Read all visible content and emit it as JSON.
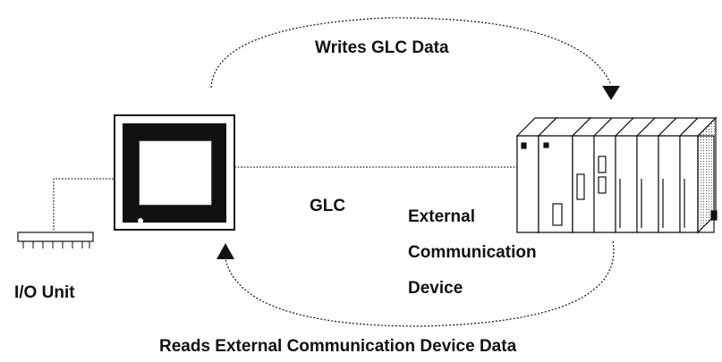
{
  "labels": {
    "top_arrow": "Writes GLC Data",
    "bottom_arrow": "Reads External Communication Device Data",
    "glc": "GLC",
    "io_unit": "I/O Unit",
    "device_line1": "External",
    "device_line2": "Communication",
    "device_line3": "Device"
  },
  "icons": {
    "glc": "glc-touch-panel-icon",
    "device": "plc-rack-icon",
    "io_unit": "io-unit-terminal-icon"
  },
  "colors": {
    "ink": "#111111",
    "background": "#ffffff"
  }
}
